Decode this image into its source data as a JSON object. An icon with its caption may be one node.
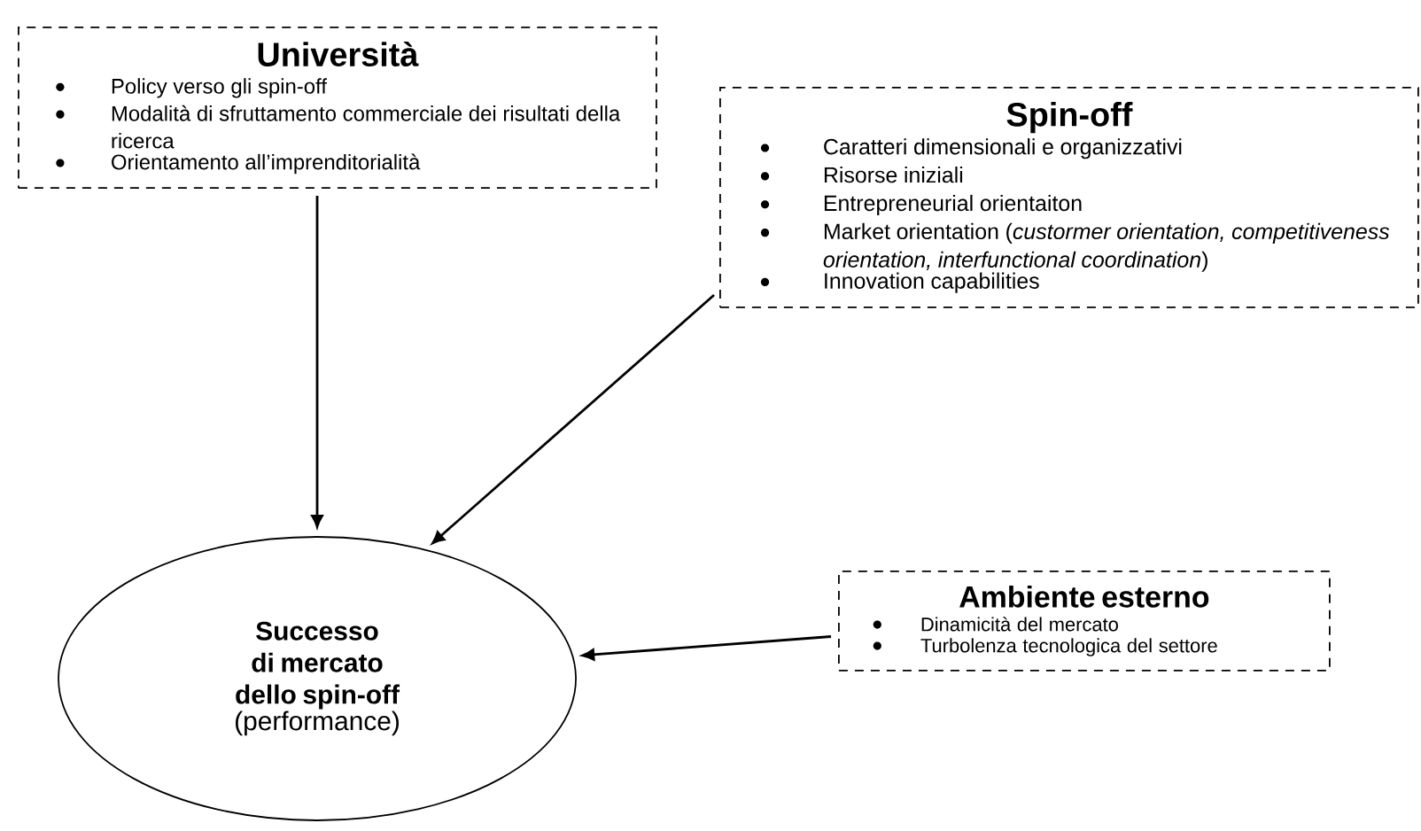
{
  "diagram": {
    "nodes": [
      {
        "text": [
          "Università",
          "Policy verso gli spin-off",
          "Modalità di sfruttamento commerciale dei risultati della ricerca",
          "Orientamento all’imprenditorialità"
        ]
      },
      {
        "text": [
          "Spin-off",
          "Caratteri dimensionali e organizzativi",
          "Risorse iniziali",
          "Entrepreneurial orientaiton",
          "Market orientation (*custormer orientation, competitiveness orientation, interfunctional coordination*)",
          "Innovation capabilities"
        ]
      },
      {
        "text": [
          "Successo di mercato dello spin-off",
          "(performance)"
        ]
      },
      {
        "text": [
          "Ambiente esterno",
          "Dinamicità del mercato",
          "Turbolenza tecnologica del settore"
        ]
      }
    ],
    "edges": [
      {
        "from": 0,
        "to": 2,
        "arrow": "to"
      },
      {
        "from": 1,
        "to": 2,
        "arrow": "to"
      },
      {
        "from": 3,
        "to": 2,
        "arrow": "to"
      }
    ]
  }
}
